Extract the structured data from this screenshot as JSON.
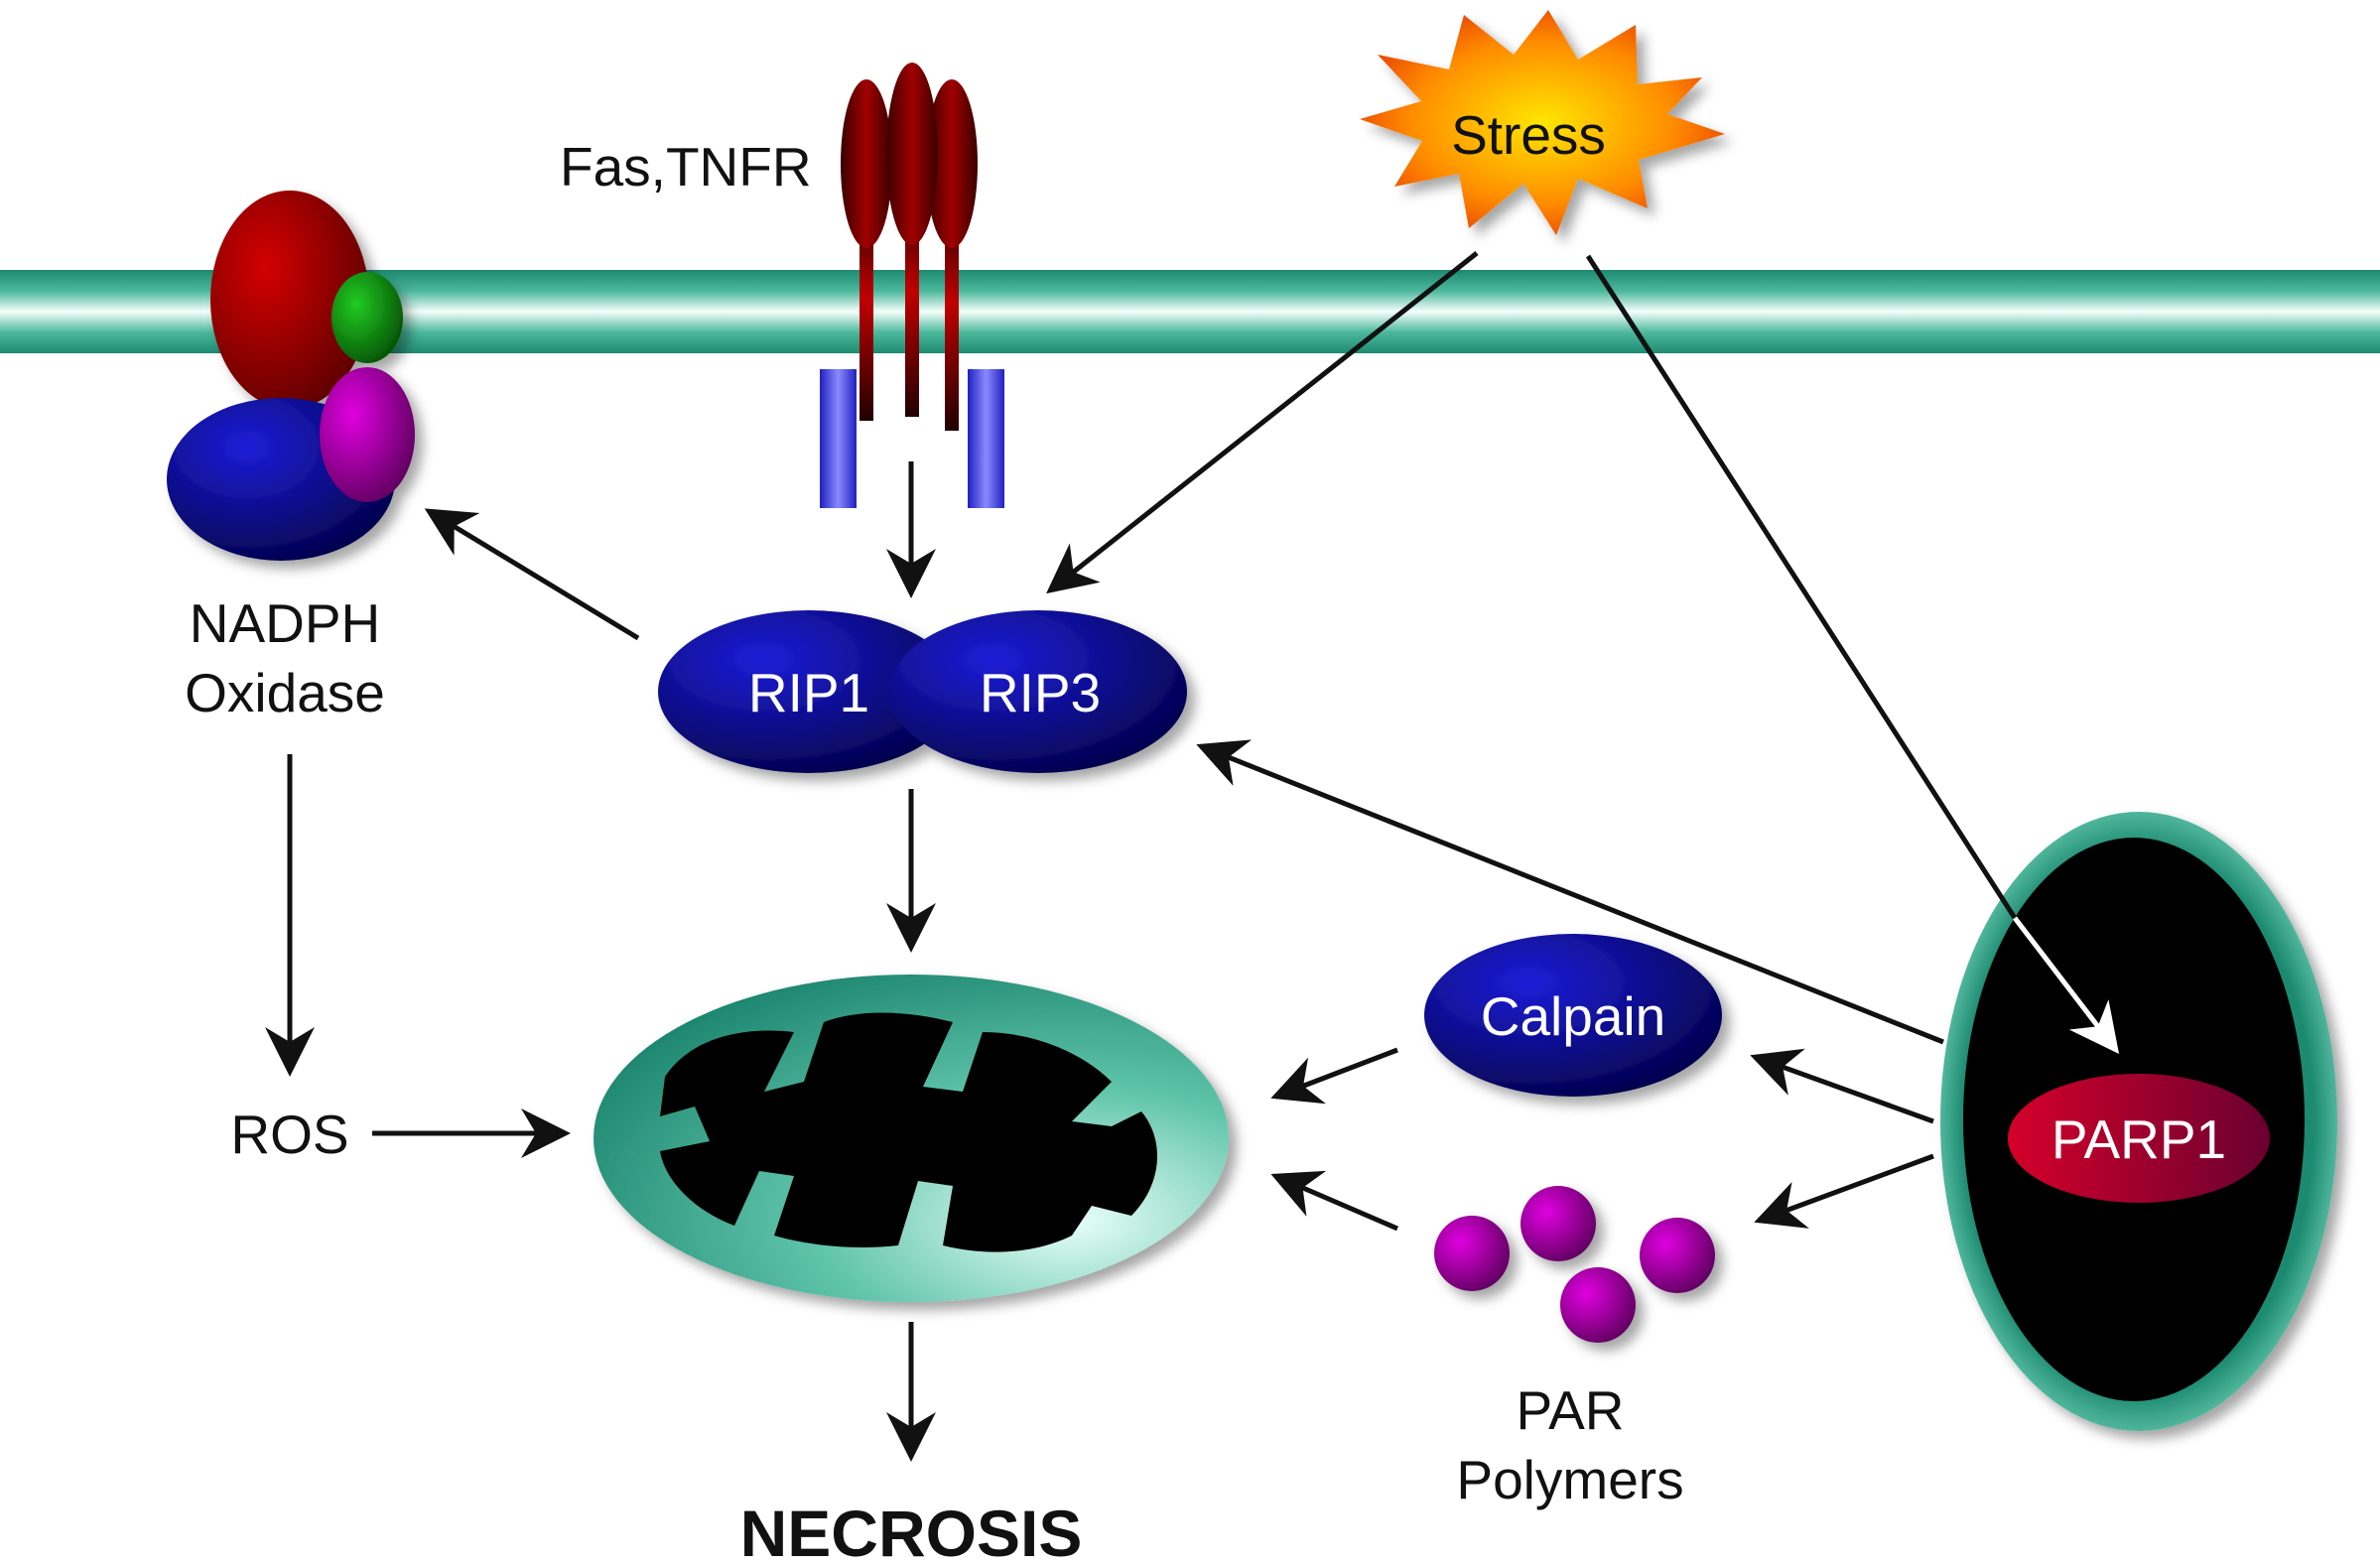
{
  "labels": {
    "fas_tnfr": "Fas,TNFR",
    "stress": "Stress",
    "nadph_line1": "NADPH",
    "nadph_line2": "Oxidase",
    "rip1": "RIP1",
    "rip3": "RIP3",
    "ros": "ROS",
    "calpain": "Calpain",
    "parp1": "PARP1",
    "par_line1": "PAR",
    "par_line2": "Polymers",
    "necrosis": "NECROSIS"
  },
  "colors": {
    "membrane": "#2f9e85",
    "protein_blue": "#0a0a9a",
    "nadph_red": "#b00000",
    "nadph_green": "#0a8a10",
    "nadph_magenta": "#b000b0",
    "stress_orange": "#f08a00",
    "parp_red": "#b0002a",
    "par_magenta": "#c000c0",
    "receptor_blue": "#3a3ad8",
    "arrow": "#111111"
  }
}
